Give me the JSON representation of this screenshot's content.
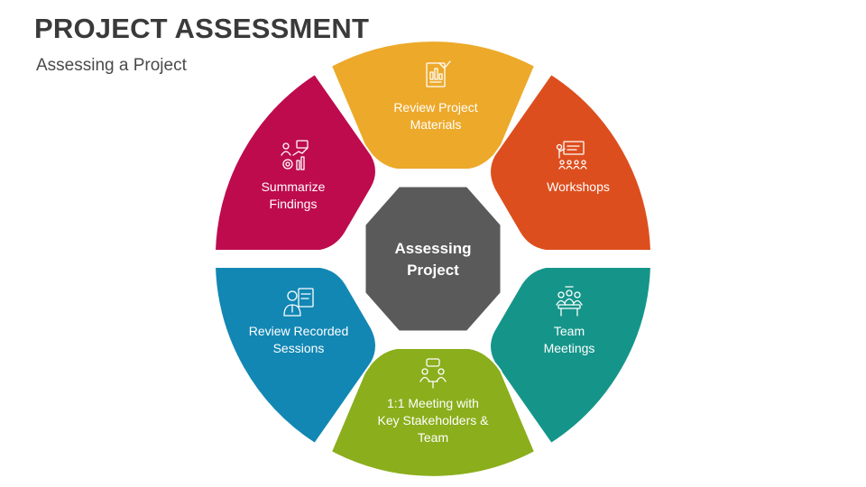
{
  "header": {
    "title": "PROJECT ASSESSMENT",
    "subtitle": "Assessing a Project"
  },
  "center": {
    "line1": "Assessing",
    "line2": "Project",
    "color": "#5a5a5a"
  },
  "segments": [
    {
      "id": "review-materials",
      "lines": [
        "Review Project",
        "Materials"
      ],
      "color": "#EDA92A",
      "icon": "document-chart-icon"
    },
    {
      "id": "workshops",
      "lines": [
        "Workshops"
      ],
      "color": "#DD4E1E",
      "icon": "presentation-audience-icon"
    },
    {
      "id": "team-meetings",
      "lines": [
        "Team",
        "Meetings"
      ],
      "color": "#15958A",
      "icon": "team-meeting-icon"
    },
    {
      "id": "one-on-one",
      "lines": [
        "1:1 Meeting with",
        "Key Stakeholders &",
        "Team"
      ],
      "color": "#8BAE1C",
      "icon": "one-on-one-icon"
    },
    {
      "id": "recorded-sessions",
      "lines": [
        "Review Recorded",
        "Sessions"
      ],
      "color": "#1287B4",
      "icon": "presenter-screen-icon"
    },
    {
      "id": "summarize",
      "lines": [
        "Summarize",
        "Findings"
      ],
      "color": "#BE0B4E",
      "icon": "analysis-findings-icon"
    }
  ]
}
